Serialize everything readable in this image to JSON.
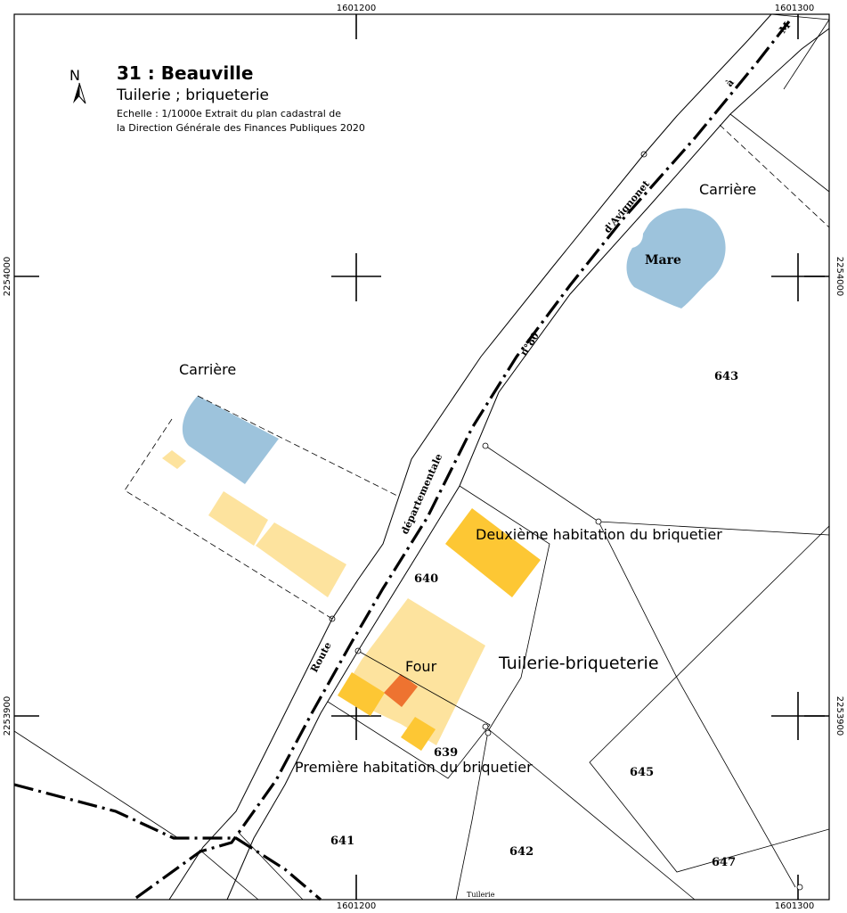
{
  "map": {
    "title": "31 : Beauville",
    "subtitle": "Tuilerie ; briqueterie",
    "scale_line1": "Echelle : 1/1000e Extrait du plan cadastral de",
    "scale_line2": "la Direction Générale des Finances Publiques 2020",
    "north_label": "N",
    "coords": {
      "x_left": "1601200",
      "x_right": "1601300",
      "y_top": "2254000",
      "y_bottom": "2253900"
    },
    "labels": {
      "carriere_left": "Carrière",
      "carriere_right": "Carrière",
      "mare": "Mare",
      "deuxieme": "Deuxième habitation du briquetier",
      "tuilerie": "Tuilerie-briqueterie",
      "four": "Four",
      "premiere": "Première habitation du briquetier",
      "bottom_small": "Tuilerie"
    },
    "road": {
      "word1": "Route",
      "word2": "départementale",
      "word3": "n°80",
      "word4": "d'Avignonet",
      "word5": "à",
      "word6": "M"
    },
    "parcels": {
      "p639": "639",
      "p640": "640",
      "p641": "641",
      "p642": "642",
      "p643": "643",
      "p645": "645",
      "p647": "647"
    },
    "colors": {
      "water": "#9dc3dc",
      "building_light": "#fde39e",
      "building_main": "#fdc734",
      "kiln": "#ee7330"
    }
  }
}
